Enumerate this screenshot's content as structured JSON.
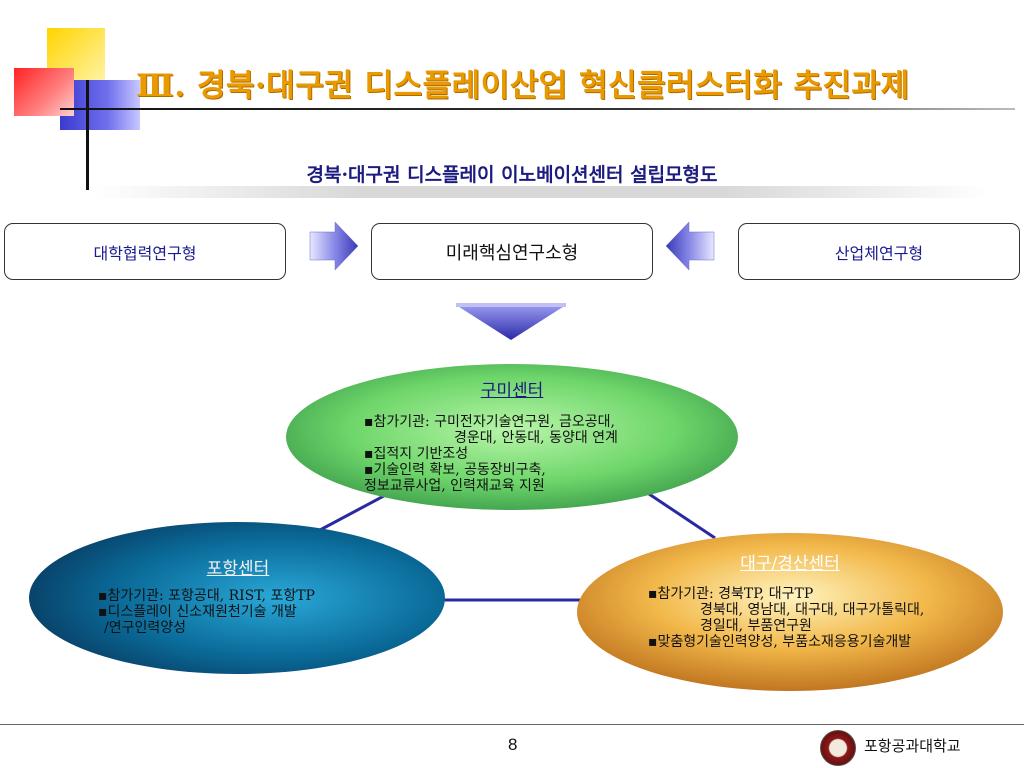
{
  "header": {
    "title": "Ⅲ. 경북·대구권 디스플레이산업 혁신클러스터화 추진과제"
  },
  "diagram": {
    "subtitle": "경북·대구권 디스플레이 이노베이션센터 설립모형도",
    "models": {
      "left": "대학협력연구형",
      "center": "미래핵심연구소형",
      "right": "산업체연구형"
    },
    "centers": {
      "gumi": {
        "name": "구미센터",
        "lines": [
          "▪참가기관: 구미전자기술연구원, 금오공대,",
          "경운대, 안동대, 동양대 연계",
          "▪집적지 기반조성",
          "▪기술인력 확보, 공동장비구축,",
          "정보교류사업, 인력재교육 지원"
        ]
      },
      "pohang": {
        "name": "포항센터",
        "lines": [
          "▪참가기관: 포항공대, RIST, 포항TP",
          "▪디스플레이 신소재원천기술 개발",
          "/연구인력양성"
        ]
      },
      "daegu": {
        "name": "대구/경산센터",
        "lines": [
          "▪참가기관: 경북TP, 대구TP",
          "경북대, 영남대, 대구대, 대구가톨릭대,",
          "경일대, 부품연구원",
          "▪맞춤형기술인력양성, 부품소재응용기술개발"
        ]
      }
    },
    "colors": {
      "gumi": "#5fcf5f",
      "pohang": "#0a5a86",
      "daegu": "#e69a2a",
      "connector": "#2a2aa0",
      "arrow": "#4a4ac8"
    }
  },
  "footer": {
    "page_number": "8",
    "university": "포항공과대학교"
  }
}
